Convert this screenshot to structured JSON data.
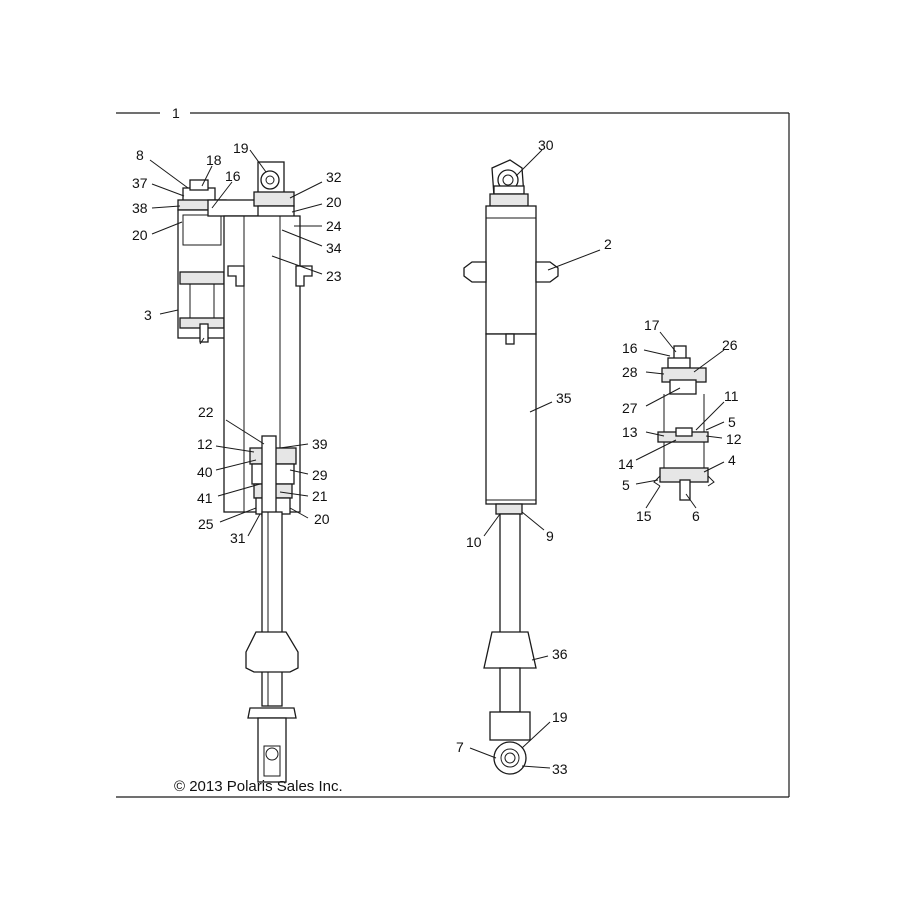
{
  "frame_label": "1",
  "copyright": "© 2013 Polaris Sales Inc.",
  "callouts": [
    "8",
    "18",
    "19",
    "37",
    "16",
    "38",
    "20",
    "3",
    "32",
    "20",
    "24",
    "34",
    "23",
    "22",
    "12",
    "39",
    "40",
    "29",
    "41",
    "21",
    "25",
    "20",
    "31",
    "30",
    "2",
    "35",
    "10",
    "9",
    "36",
    "19",
    "7",
    "33",
    "17",
    "16",
    "26",
    "28",
    "27",
    "11",
    "5",
    "13",
    "12",
    "14",
    "4",
    "5",
    "15",
    "6"
  ]
}
